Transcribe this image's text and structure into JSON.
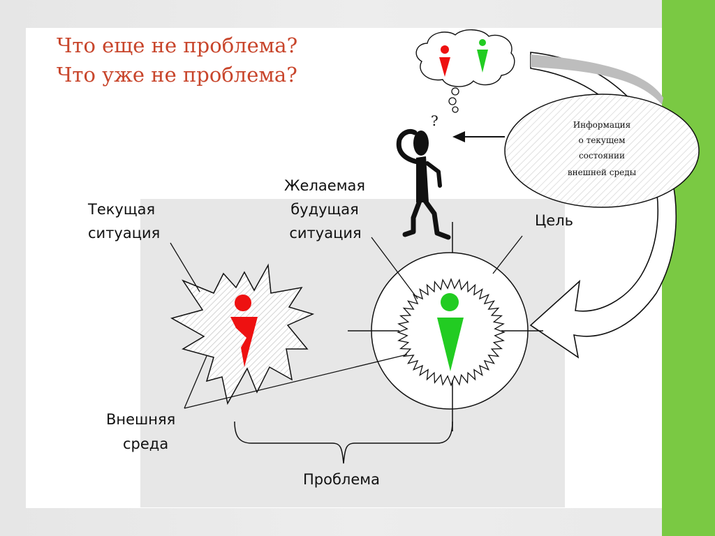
{
  "title": {
    "line1": "Что еще не проблема?",
    "line2": "Что уже не проблема?"
  },
  "diagram": {
    "labels": {
      "current_line1": "Текущая",
      "current_line2": "ситуация",
      "desired_line1": "Желаемая",
      "desired_line2": "будущая",
      "desired_line3": "ситуация",
      "goal": "Цель",
      "env_line1": "Внешняя",
      "env_line2": "среда",
      "problem": "Проблема",
      "info_line1": "Информация",
      "info_line2": "о текущем",
      "info_line3": "состоянии",
      "info_line4": "внешней среды",
      "question_mark": "?"
    },
    "colors": {
      "title": "#c8452b",
      "current_figure": "#ee1111",
      "desired_figure": "#22cc22",
      "accent_bar": "#7ac943",
      "panel": "#e7e7e7"
    }
  }
}
